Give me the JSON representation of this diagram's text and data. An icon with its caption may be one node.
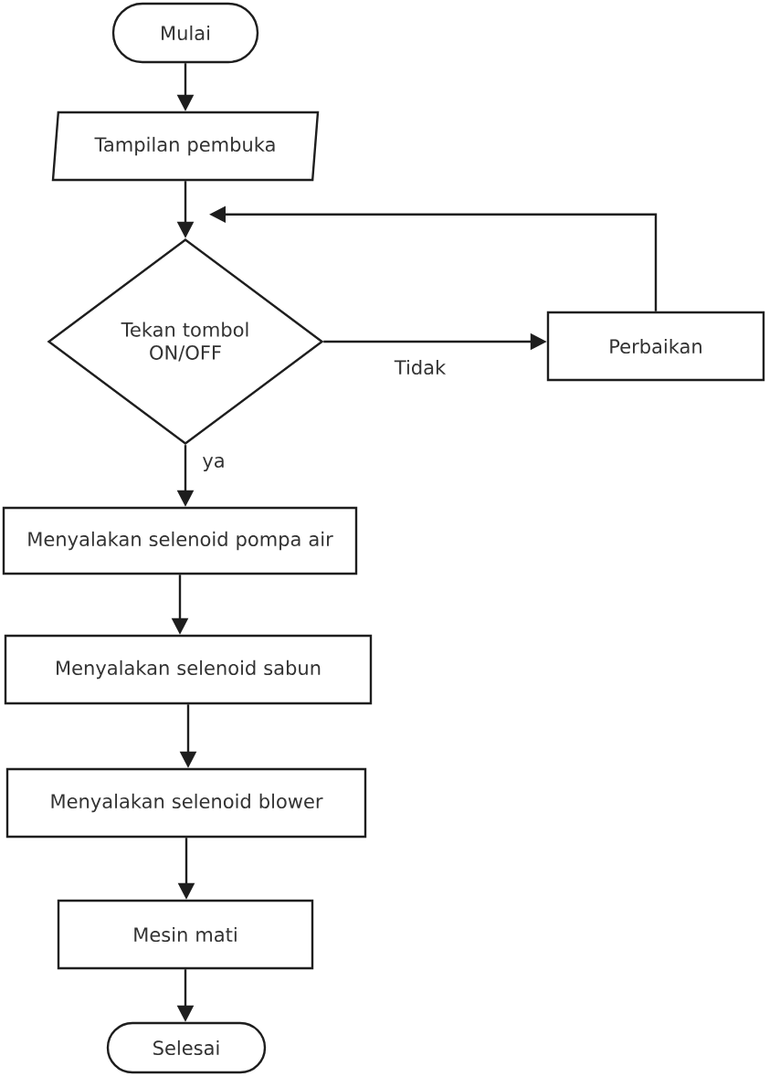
{
  "diagram": {
    "nodes": [
      {
        "text": [
          "Mulai"
        ]
      },
      {
        "text": [
          "Tampilan pembuka"
        ]
      },
      {
        "text": [
          "Tekan tombol ON/OFF"
        ]
      },
      {
        "text": [
          "Perbaikan"
        ]
      },
      {
        "text": [
          "Menyalakan selenoid pompa air"
        ]
      },
      {
        "text": [
          "Menyalakan selenoid sabun"
        ]
      },
      {
        "text": [
          "Menyalakan selenoid blower"
        ]
      },
      {
        "text": [
          "Mesin mati"
        ]
      },
      {
        "text": [
          "Selesai"
        ]
      }
    ],
    "edges": [
      {
        "from": 0,
        "to": 1,
        "arrow": "to"
      },
      {
        "from": 1,
        "to": 2,
        "arrow": "to"
      },
      {
        "from": 2,
        "to": 3,
        "arrow": "to",
        "label": "Tidak"
      },
      {
        "from": 3,
        "to": 2,
        "arrow": "to"
      },
      {
        "from": 2,
        "to": 4,
        "arrow": "to",
        "label": "ya"
      },
      {
        "from": 4,
        "to": 5,
        "arrow": "to"
      },
      {
        "from": 5,
        "to": 6,
        "arrow": "to"
      },
      {
        "from": 6,
        "to": 7,
        "arrow": "to"
      },
      {
        "from": 7,
        "to": 8,
        "arrow": "to"
      }
    ]
  }
}
